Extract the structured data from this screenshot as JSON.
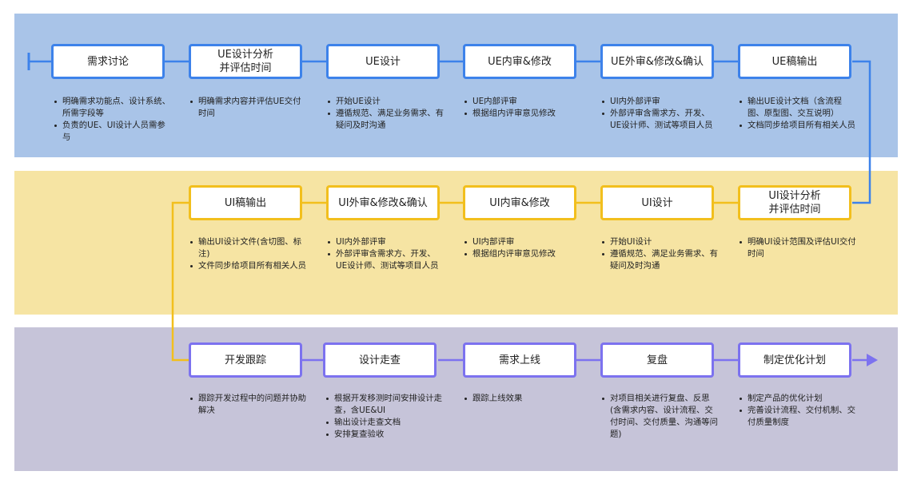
{
  "colors": {
    "row1_band": "#a9c4e8",
    "row1_accent": "#3d82ea",
    "row2_band": "#f6e4a3",
    "row2_accent": "#f2bf1d",
    "row3_band": "#c6c4d9",
    "row3_accent": "#7c72ef"
  },
  "rows": [
    {
      "stages": [
        {
          "title": "需求讨论",
          "notes": [
            "明确需求功能点、设计系统、所需字段等",
            "负责的UE、UI设计人员需参与"
          ]
        },
        {
          "title": "UE设计分析\n并评估时间",
          "notes": [
            "明确需求内容并评估UE交付时间"
          ]
        },
        {
          "title": "UE设计",
          "notes": [
            "开始UE设计",
            "遵循规范、满足业务需求、有疑问及时沟通"
          ]
        },
        {
          "title": "UE内审&修改",
          "notes": [
            "UE内部评审",
            "根据组内评审意见修改"
          ]
        },
        {
          "title": "UE外审&修改&确认",
          "notes": [
            "UI内外部评审",
            "外部评审含需求方、开发、UE设计师、测试等项目人员"
          ]
        },
        {
          "title": "UE稿输出",
          "notes": [
            "输出UE设计文档（含流程图、原型图、交互说明）",
            "文档同步给项目所有相关人员"
          ]
        }
      ]
    },
    {
      "stages": [
        {
          "title": "UI稿输出",
          "notes": [
            "输出UI设计文件(含切图、标注)",
            "文件同步给项目所有相关人员"
          ]
        },
        {
          "title": "UI外审&修改&确认",
          "notes": [
            "UI内外部评审",
            "外部评审含需求方、开发、UE设计师、测试等项目人员"
          ]
        },
        {
          "title": "UI内审&修改",
          "notes": [
            "UI内部评审",
            "根据组内评审意见修改"
          ]
        },
        {
          "title": "UI设计",
          "notes": [
            "开始UI设计",
            "遵循规范、满足业务需求、有疑问及时沟通"
          ]
        },
        {
          "title": "UI设计分析\n并评估时间",
          "notes": [
            "明确UI设计范围及评估UI交付时间"
          ]
        }
      ]
    },
    {
      "stages": [
        {
          "title": "开发跟踪",
          "notes": [
            "跟踪开发过程中的问题并协助解决"
          ]
        },
        {
          "title": "设计走查",
          "notes": [
            "根据开发移测时间安排设计走查，含UE&UI",
            "输出设计走查文档",
            "安排复查验收"
          ]
        },
        {
          "title": "需求上线",
          "notes": [
            "跟踪上线效果"
          ]
        },
        {
          "title": "复盘",
          "notes": [
            "对项目相关进行复盘、反思(含需求内容、设计流程、交付时间、交付质量、沟通等问题)"
          ]
        },
        {
          "title": "制定优化计划",
          "notes": [
            "制定产品的优化计划",
            "完善设计流程、交付机制、交付质量制度"
          ]
        }
      ]
    }
  ]
}
